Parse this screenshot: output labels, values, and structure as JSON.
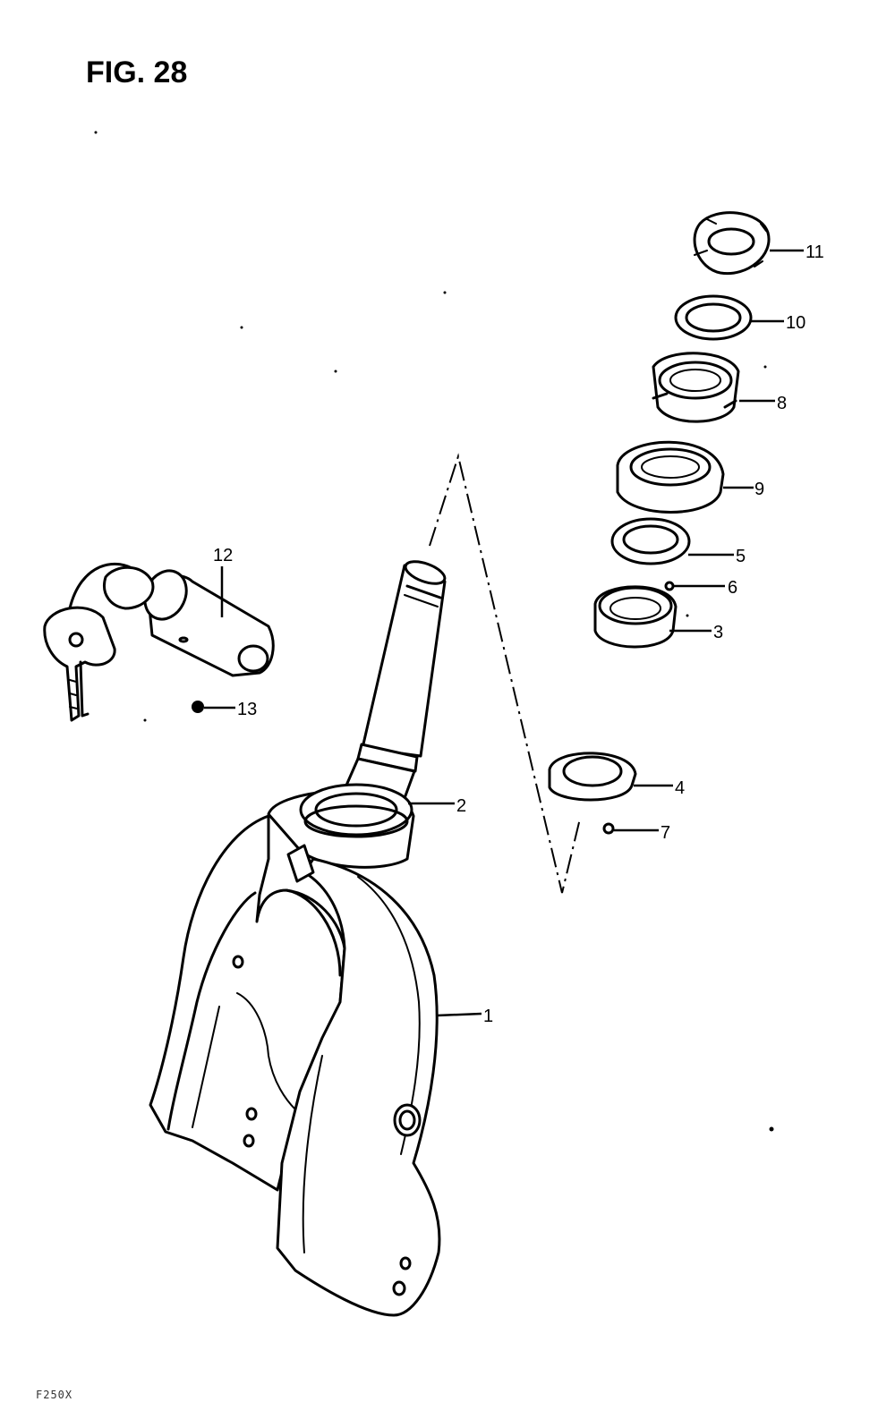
{
  "figure": {
    "title": "FIG. 28",
    "footer_code": "F250X"
  },
  "callouts": [
    {
      "id": "1",
      "label": "1"
    },
    {
      "id": "2",
      "label": "2"
    },
    {
      "id": "3",
      "label": "3"
    },
    {
      "id": "4",
      "label": "4"
    },
    {
      "id": "5",
      "label": "5"
    },
    {
      "id": "6",
      "label": "6"
    },
    {
      "id": "7",
      "label": "7"
    },
    {
      "id": "8",
      "label": "8"
    },
    {
      "id": "9",
      "label": "9"
    },
    {
      "id": "10",
      "label": "10"
    },
    {
      "id": "11",
      "label": "11"
    },
    {
      "id": "12",
      "label": "12"
    },
    {
      "id": "13",
      "label": "13"
    }
  ]
}
